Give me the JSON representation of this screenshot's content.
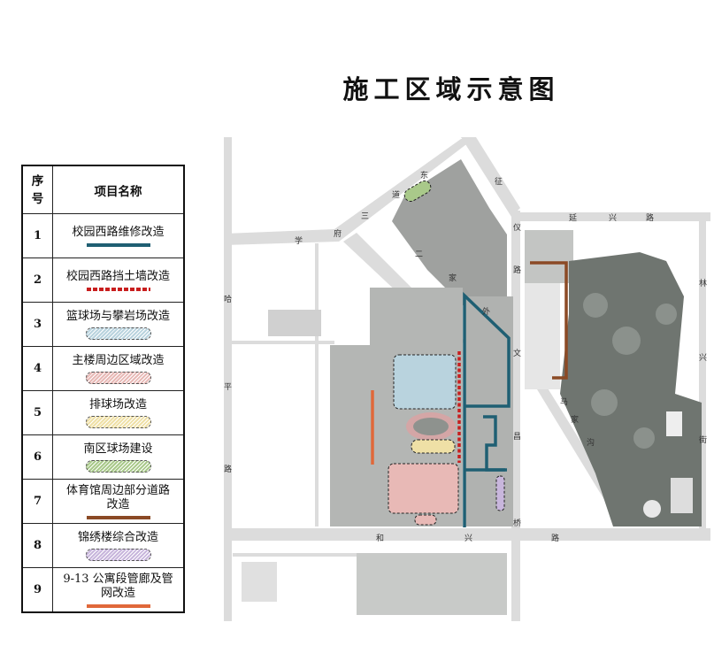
{
  "title": "施工区域示意图",
  "legend": {
    "header": {
      "num": "序号",
      "name": "项目名称"
    },
    "items": [
      {
        "num": "1",
        "name": "校园西路维修改造",
        "swatch": "line",
        "color": "#1f5f73"
      },
      {
        "num": "2",
        "name": "校园西路挡土墙改造",
        "swatch": "dash",
        "color": "#c81e1e"
      },
      {
        "num": "3",
        "name": "篮球场与攀岩场改造",
        "swatch": "pill",
        "color": "#b9d3de"
      },
      {
        "num": "4",
        "name": "主楼周边区域改造",
        "swatch": "pill",
        "color": "#e8b9b6"
      },
      {
        "num": "5",
        "name": "排球场改造",
        "swatch": "pill",
        "color": "#efe0a6"
      },
      {
        "num": "6",
        "name": "南区球场建设",
        "swatch": "pill",
        "color": "#a9c98a"
      },
      {
        "num": "7",
        "name": "体育馆周边部分道路改造",
        "swatch": "line",
        "color": "#8b4a25"
      },
      {
        "num": "8",
        "name": "锦绣楼综合改造",
        "swatch": "pill",
        "color": "#c8b6dc"
      },
      {
        "num": "9",
        "name": "9-13 公寓段管廊及管网改造",
        "swatch": "line",
        "color": "#e0683a"
      }
    ]
  },
  "map": {
    "road_labels": [
      "哈",
      "平",
      "路",
      "学",
      "府",
      "三",
      "道",
      "东",
      "征",
      "仪",
      "路",
      "文",
      "昌",
      "桥",
      "延",
      "兴",
      "路",
      "林",
      "兴",
      "街",
      "和",
      "兴",
      "路",
      "马",
      "家",
      "沟",
      "二",
      "家",
      "外"
    ]
  }
}
